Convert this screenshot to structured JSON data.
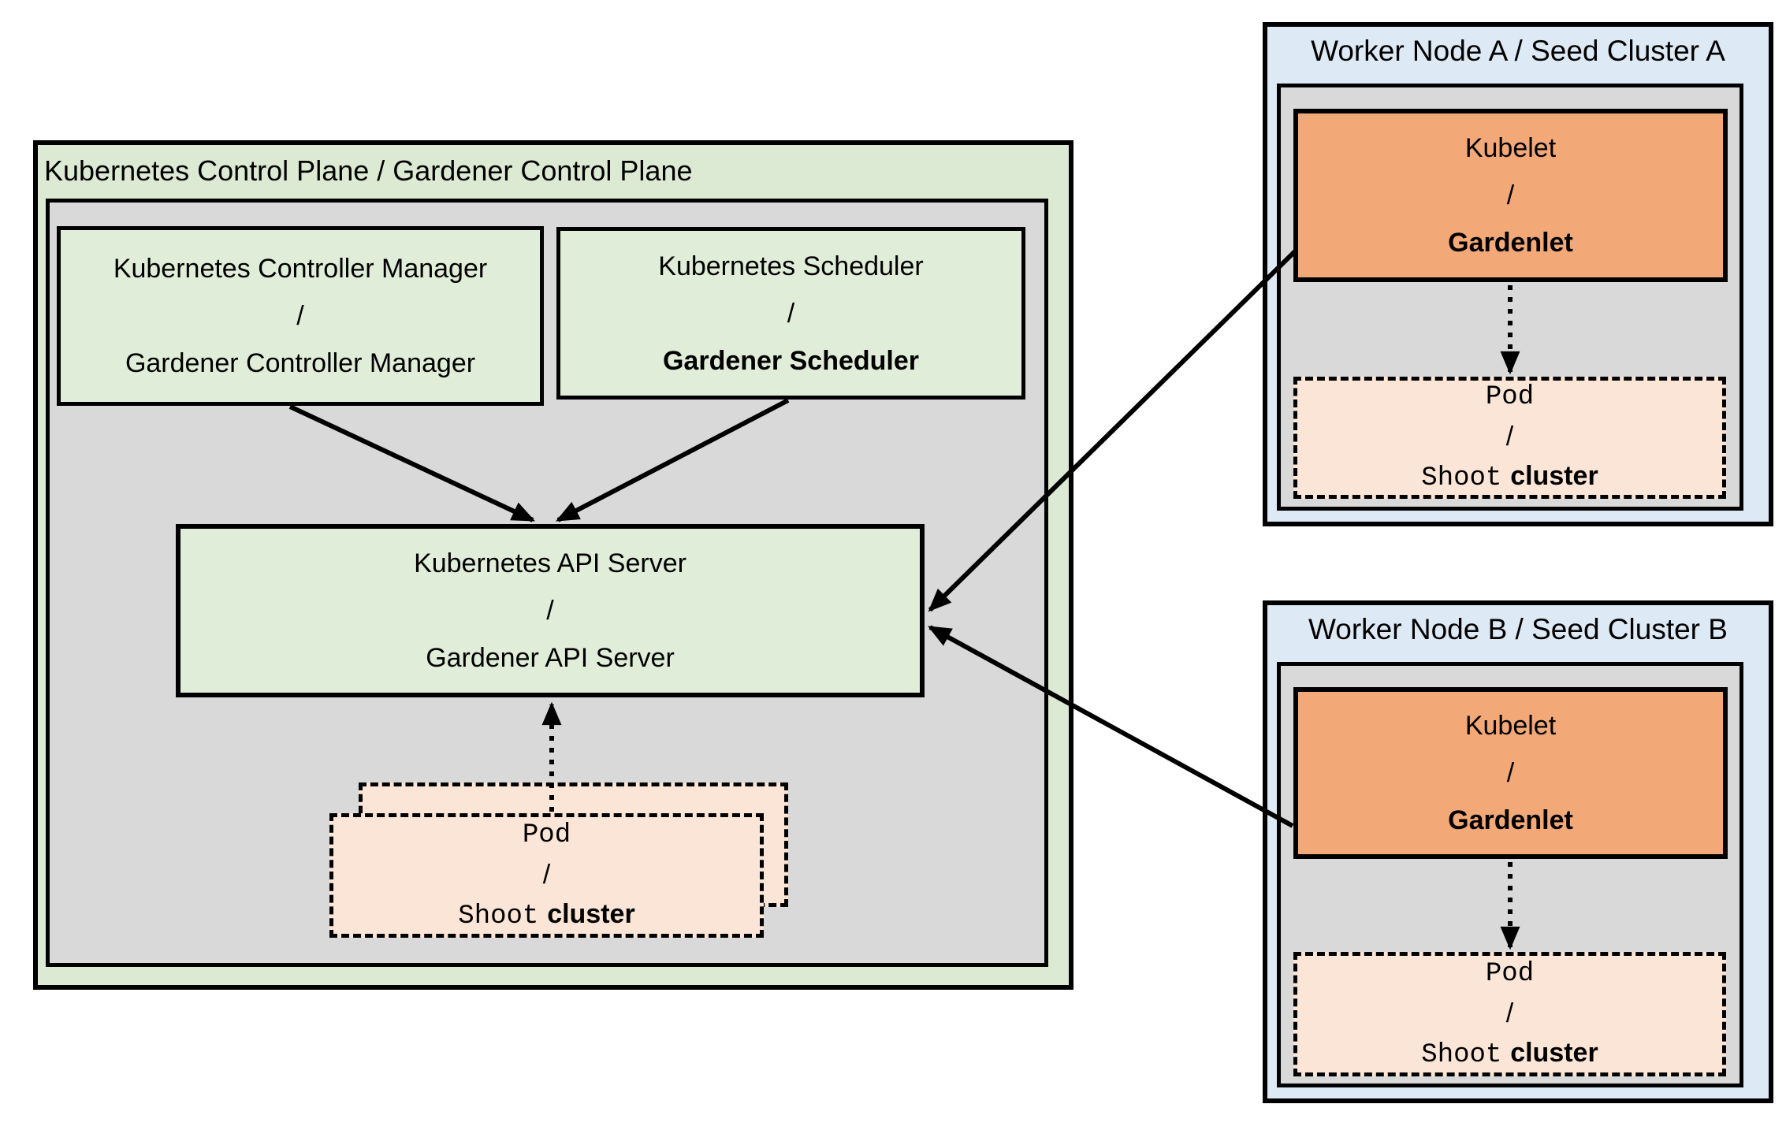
{
  "colors": {
    "green_outer": "#dcead3",
    "green_box": "#e0edd8",
    "gray": "#d9d9d9",
    "blue": "#dde9f5",
    "orange": "#f2a877",
    "peach": "#fbe5d6",
    "line": "#000000"
  },
  "cp": {
    "title": "Kubernetes Control Plane / Gardener Control Plane",
    "kcm": {
      "l1": "Kubernetes Controller Manager",
      "sep": "/",
      "l2": "Gardener Controller Manager"
    },
    "scheduler": {
      "l1": "Kubernetes Scheduler",
      "sep": "/",
      "l2": "Gardener Scheduler"
    },
    "api": {
      "l1": "Kubernetes API Server",
      "sep": "/",
      "l2": "Gardener API Server"
    },
    "pod": {
      "l1": "Pod",
      "sep": "/",
      "l2_mono": "Shoot",
      "l2_sans": "cluster"
    }
  },
  "worker_a": {
    "title": "Worker Node A / Seed Cluster A",
    "kubelet": {
      "l1": "Kubelet",
      "sep": "/",
      "l2": "Gardenlet"
    },
    "pod": {
      "l1": "Pod",
      "sep": "/",
      "l2_mono": "Shoot",
      "l2_sans": "cluster"
    }
  },
  "worker_b": {
    "title": "Worker Node B / Seed Cluster B",
    "kubelet": {
      "l1": "Kubelet",
      "sep": "/",
      "l2": "Gardenlet"
    },
    "pod": {
      "l1": "Pod",
      "sep": "/",
      "l2_mono": "Shoot",
      "l2_sans": "cluster"
    }
  }
}
